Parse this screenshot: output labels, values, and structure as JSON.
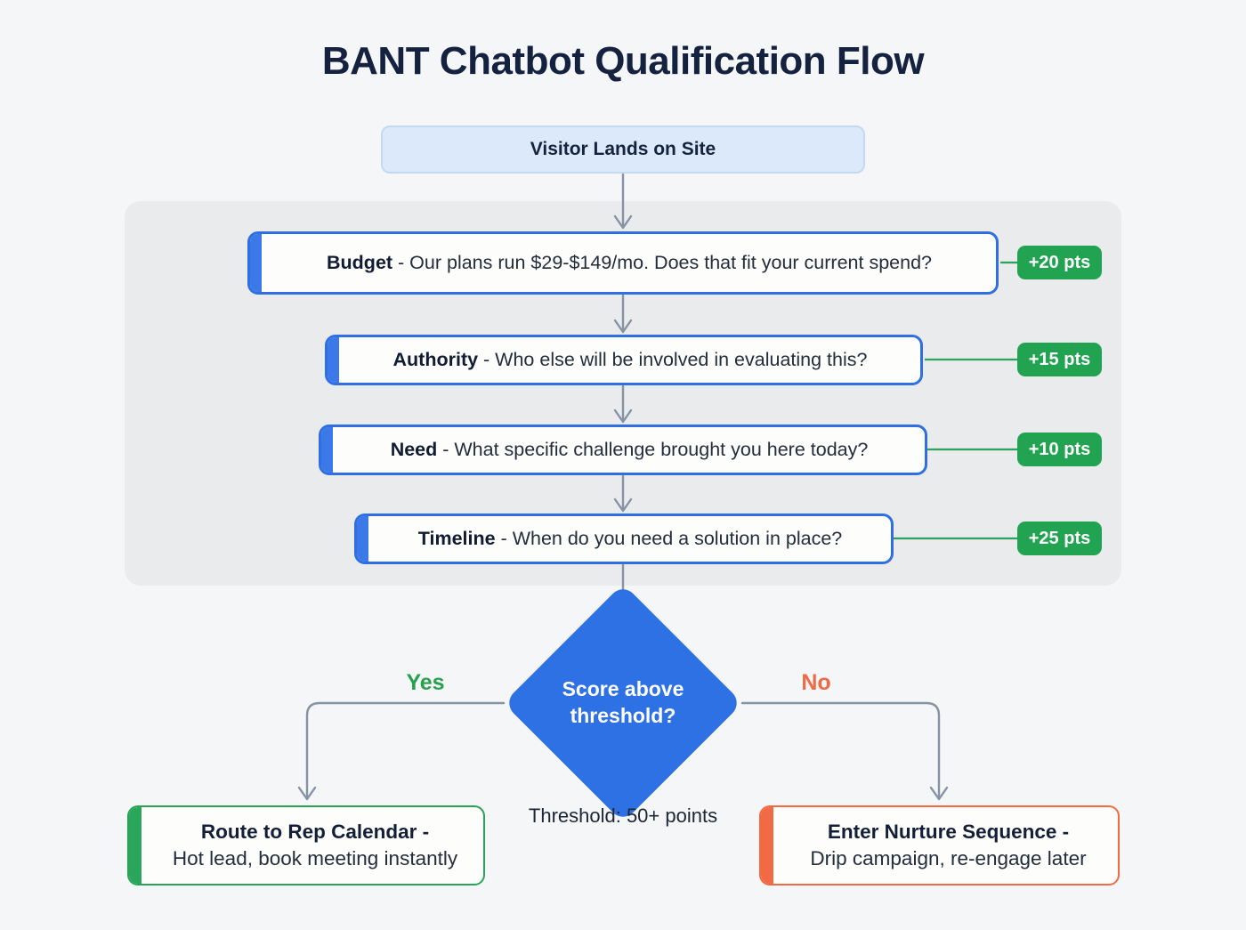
{
  "title": "BANT Chatbot Qualification Flow",
  "start": {
    "label": "Visitor Lands on Site"
  },
  "questions": [
    {
      "label": "Budget",
      "text": "- Our plans run $29-$149/mo. Does that fit your current spend?",
      "points": "+20 pts"
    },
    {
      "label": "Authority",
      "text": "- Who else will be involved in evaluating this?",
      "points": "+15 pts"
    },
    {
      "label": "Need",
      "text": "- What specific challenge brought you here today?",
      "points": "+10 pts"
    },
    {
      "label": "Timeline",
      "text": "- When do you need a solution in place?",
      "points": "+25 pts"
    }
  ],
  "decision": {
    "label": "Score above threshold?",
    "yes_label": "Yes",
    "no_label": "No",
    "threshold_note": "Threshold: 50+ points"
  },
  "outcomes": {
    "yes": {
      "title": "Route to Rep Calendar -",
      "subtitle": "Hot lead, book meeting instantly"
    },
    "no": {
      "title": "Enter Nurture Sequence -",
      "subtitle": "Drip campaign, re-engage later"
    }
  },
  "colors": {
    "page_background": "#f4f6f8",
    "panel_background": "#e9ebed",
    "question_border_blue": "#2f6fe3",
    "question_accent_blue": "#3b79e8",
    "start_box_fill": "#dce9fb",
    "badge_green": "#21a351",
    "connector_green": "#2ca35c",
    "arrow_gray": "#8693a5",
    "diamond_blue": "#2e71e5",
    "yes_green": "#27a14b",
    "no_orange": "#ef6a45",
    "outcome_green": "#28a457",
    "outcome_orange": "#f16a43",
    "title_navy": "#15223f"
  }
}
